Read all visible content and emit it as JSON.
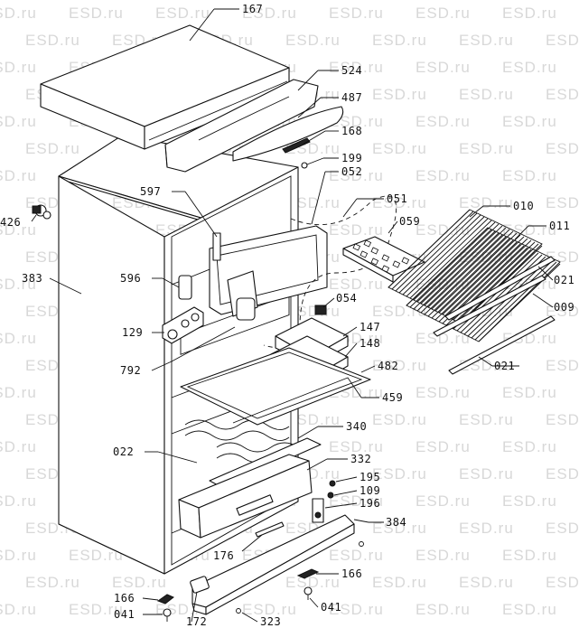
{
  "watermark": "ESD.ru",
  "callouts": {
    "p167": "167",
    "p524": "524",
    "p487": "487",
    "p168": "168",
    "p199": "199",
    "p052": "052",
    "p051": "051",
    "p010": "010",
    "p011": "011",
    "p059": "059",
    "p021a": "021",
    "p009": "009",
    "p021b": "021",
    "p426": "426",
    "p383": "383",
    "p597": "597",
    "p596": "596",
    "p054": "054",
    "p129": "129",
    "p147": "147",
    "p148": "148",
    "p792": "792",
    "p482": "482",
    "p459": "459",
    "p340": "340",
    "p022": "022",
    "p332": "332",
    "p195": "195",
    "p109": "109",
    "p196": "196",
    "p384": "384",
    "p176": "176",
    "p166a": "166",
    "p166b": "166",
    "p041a": "041",
    "p041b": "041",
    "p172": "172",
    "p323": "323"
  }
}
